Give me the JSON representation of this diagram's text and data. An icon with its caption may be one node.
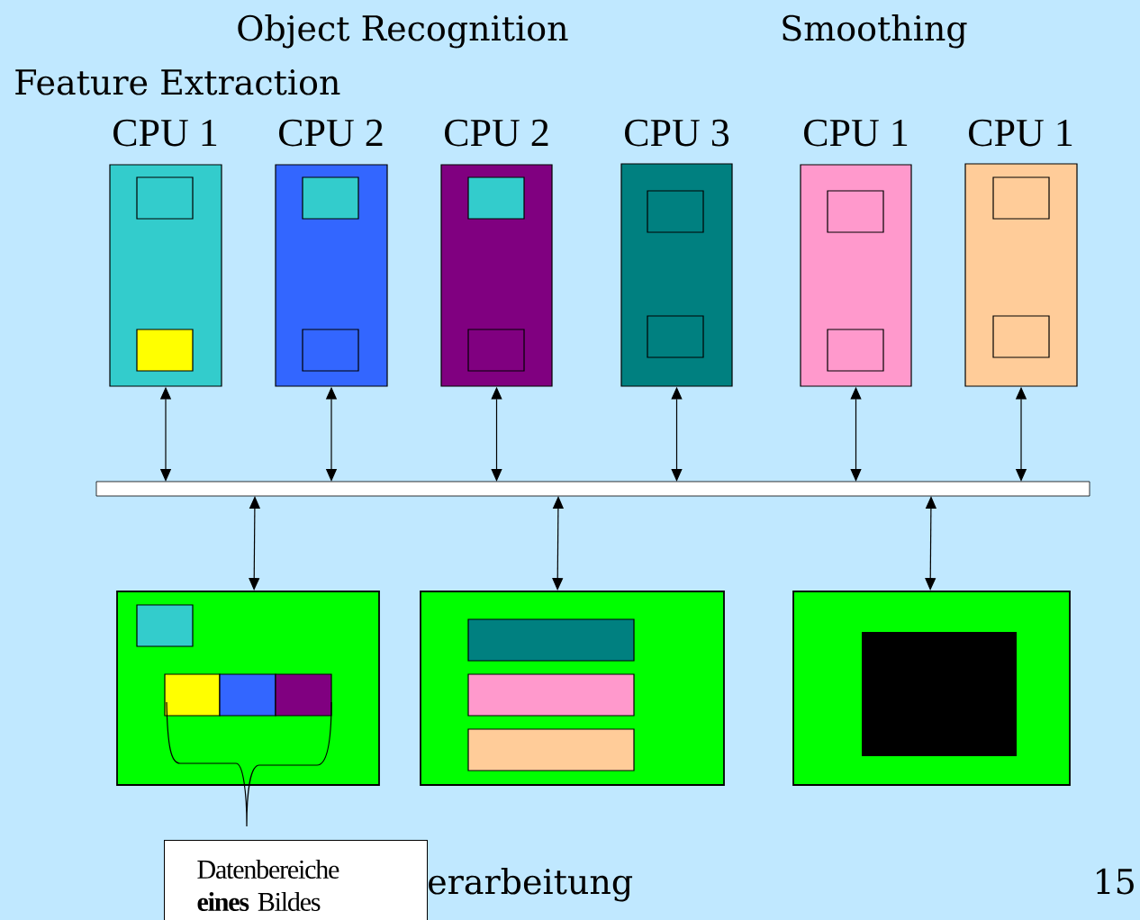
{
  "diagram": {
    "nodes": [
      {
        "text": [
          "CPU 1"
        ]
      },
      {
        "text": [
          "CPU 2"
        ]
      },
      {
        "text": [
          "CPU 2"
        ]
      },
      {
        "text": [
          "CPU 3"
        ]
      },
      {
        "text": [
          "CPU 1"
        ]
      },
      {
        "text": [
          "CPU 1"
        ]
      },
      {
        "text": [],
        "shape": "bar"
      },
      {
        "text": [],
        "shape": "box"
      },
      {
        "text": [],
        "shape": "box"
      },
      {
        "text": [],
        "shape": "box"
      },
      {
        "text": [
          "Datenbereiche **eines** Bildes"
        ]
      }
    ],
    "edges": [
      {
        "from": 0,
        "to": 6,
        "arrow": "both"
      },
      {
        "from": 1,
        "to": 6,
        "arrow": "both"
      },
      {
        "from": 2,
        "to": 6,
        "arrow": "both"
      },
      {
        "from": 3,
        "to": 6,
        "arrow": "both"
      },
      {
        "from": 4,
        "to": 6,
        "arrow": "both"
      },
      {
        "from": 5,
        "to": 6,
        "arrow": "both"
      },
      {
        "from": 6,
        "to": 7,
        "arrow": "both"
      },
      {
        "from": 6,
        "to": 8,
        "arrow": "both"
      },
      {
        "from": 6,
        "to": 9,
        "arrow": "both"
      }
    ],
    "labels": [
      "Object Recognition",
      "Smoothing",
      "Feature Extraction",
      "erarbeitung",
      "15"
    ]
  }
}
